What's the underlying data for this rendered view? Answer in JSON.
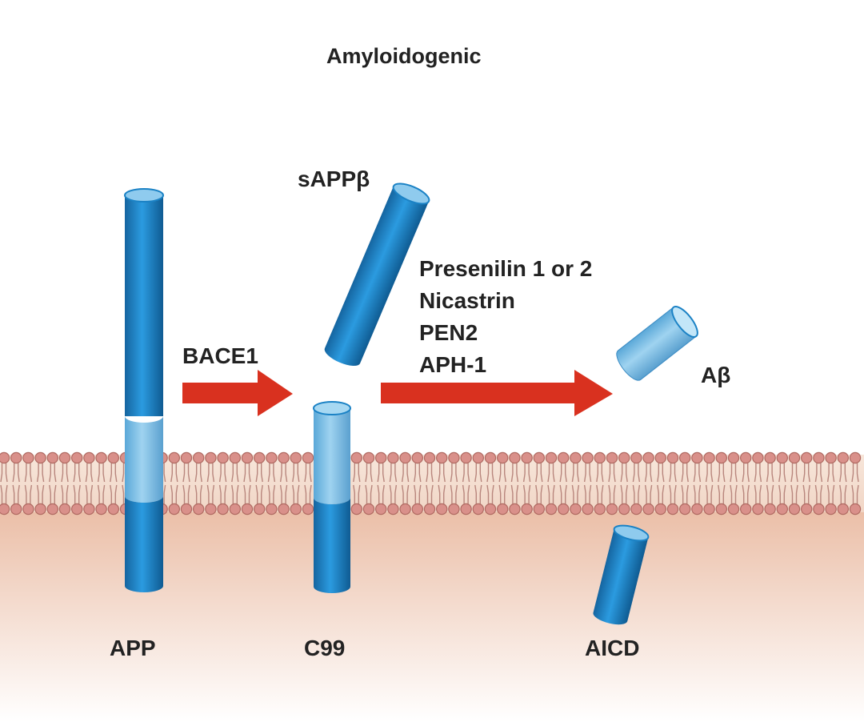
{
  "title": "Amyloidogenic",
  "labels": {
    "sappb": "sAPPβ",
    "abeta": "Aβ",
    "bace": "BACE1",
    "app": "APP",
    "c99": "C99",
    "aicd": "AICD"
  },
  "gamma_secretase_components": [
    "Presenilin 1 or 2",
    "Nicastrin",
    "PEN2",
    "APH-1"
  ],
  "colors": {
    "protein_dark": "#1b82c5",
    "protein_light": "#7fc1e6",
    "arrow": "#d9311f",
    "lipid_head": "#d9908a",
    "cytoplasm_top": "#ebbfa8",
    "cytoplasm_bottom": "#ffffff"
  }
}
